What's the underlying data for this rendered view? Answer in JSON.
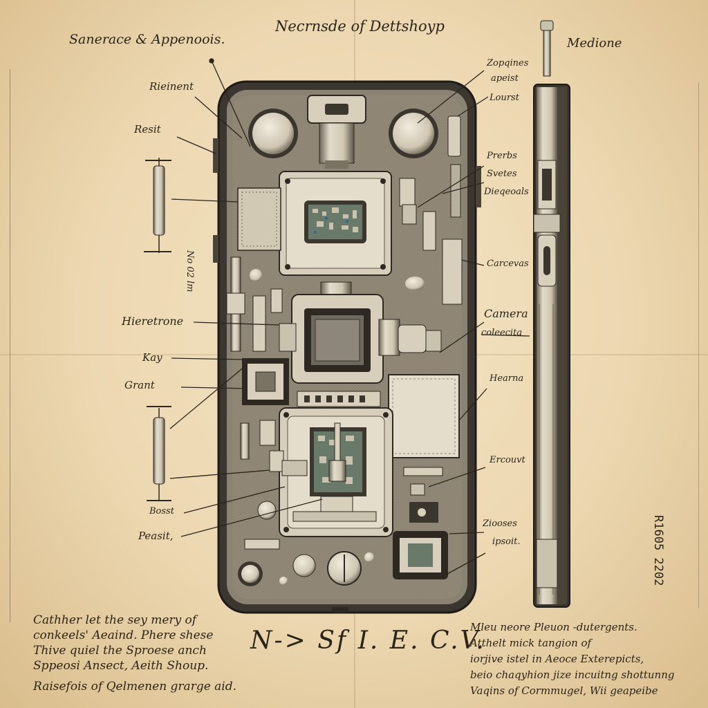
{
  "title": "Necrnsde of Dettshoyp",
  "top_left_label": "Sanerace & Appenoois.",
  "top_right_label": "Medione",
  "labels": {
    "rieinent": "Rieinent",
    "resit": "Resit",
    "hieretrone": "Hieretrone",
    "kay": "Kay",
    "grant": "Grant",
    "bosst": "Bosst",
    "peasit": "Peasit,",
    "zopqines": "Zopqines",
    "apeist": "apeist",
    "lourst": "Lourst",
    "prerbs": "Prerbs",
    "svetes": "Svetes",
    "dieqeoals": "Dieqeoals",
    "carcevas": "Carcevas",
    "camera": "Camera",
    "coleecita": "coleecita",
    "hearna": "Hearna",
    "ercouvt": "Ercouvt",
    "ziooses": "Ziooses",
    "ipsoit": "ipsoit."
  },
  "vertical_code": "R1605 2202",
  "vertical_side": "No 02 lm",
  "signature": "N-> Sf I. E. C.V.",
  "left_paragraph": [
    "Cathher let the sey mery of",
    "conkeels' Aeaind. Phere shese",
    "Thive quiel the Sproese anch",
    "Sppeosi Ansect, Aeith Shoup.",
    "Raisefois of Qelmenen grarge aid."
  ],
  "right_paragraph": [
    "Mleu neore Pleuon -dutergents.",
    "Atthelt mick tangion of",
    "iorjive istel in Aeoce Exterepicts,",
    "beio chaqyhion jize incuitng shottunng",
    "Vaqins of Cormmugel, Wii geapeibe"
  ],
  "colors": {
    "paper": "#ecd7b0",
    "ink": "#2a241c",
    "metal": "#d9d1bf",
    "shadow": "#4a4338"
  }
}
